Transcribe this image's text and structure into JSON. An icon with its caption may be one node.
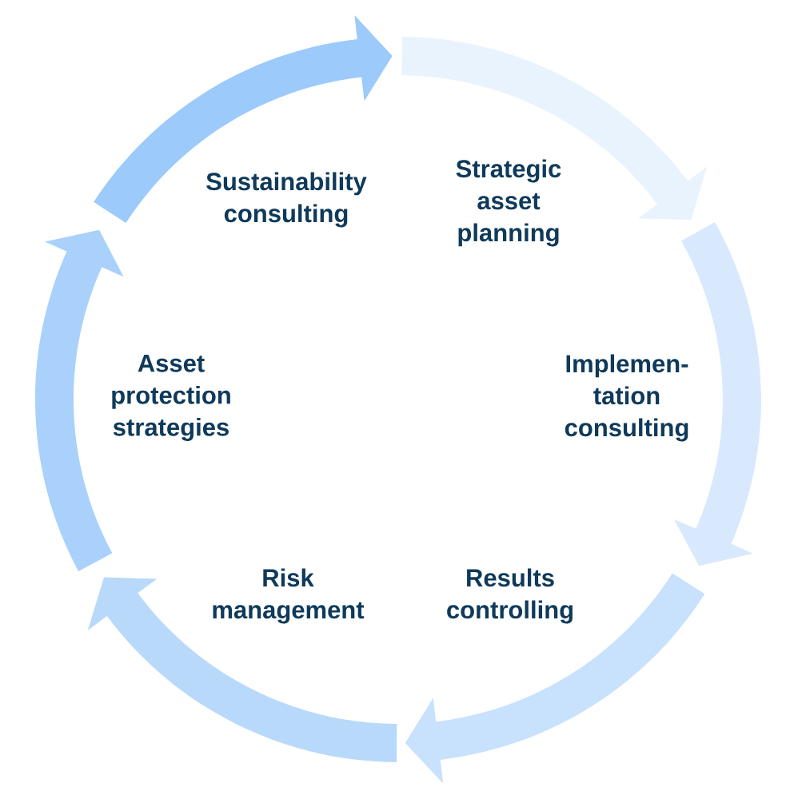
{
  "diagram": {
    "nodes": [
      {
        "text": [
          "Strategic asset planning"
        ]
      },
      {
        "text": [
          "Implemen-tation consulting"
        ]
      },
      {
        "text": [
          "Results controlling"
        ]
      },
      {
        "text": [
          "Risk management"
        ]
      },
      {
        "text": [
          "Asset protection strategies"
        ]
      },
      {
        "text": [
          "Sustainability consulting"
        ]
      }
    ],
    "edges": [
      {
        "from": 0,
        "to": 1,
        "arrow": "to",
        "color": "#e9f3fe"
      },
      {
        "from": 1,
        "to": 2,
        "arrow": "to",
        "color": "#d8e9fd"
      },
      {
        "from": 2,
        "to": 3,
        "arrow": "to",
        "color": "#c8e1fc"
      },
      {
        "from": 3,
        "to": 4,
        "arrow": "to",
        "color": "#b9d9fb"
      },
      {
        "from": 4,
        "to": 5,
        "arrow": "to",
        "color": "#a9d1fb"
      },
      {
        "from": 5,
        "to": 0,
        "arrow": "to",
        "color": "#9bcafb"
      }
    ]
  }
}
